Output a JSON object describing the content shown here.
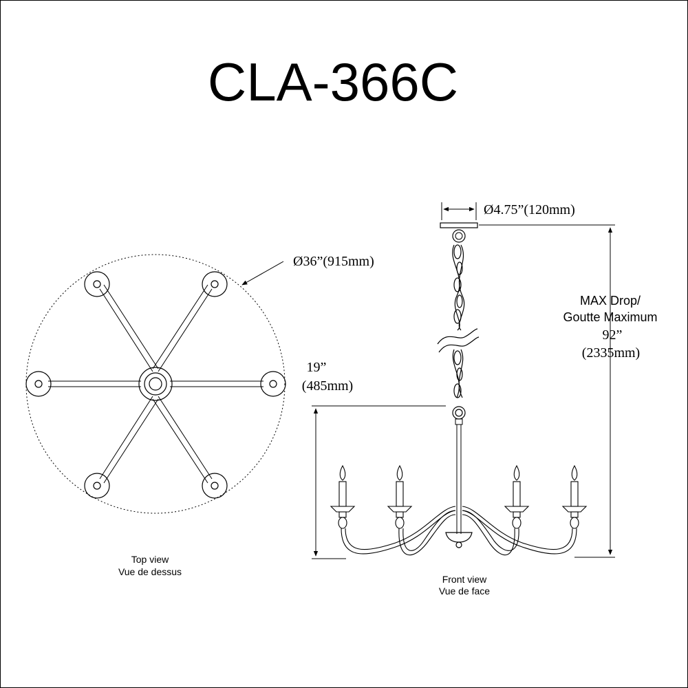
{
  "title": "CLA-366C",
  "top_view": {
    "diameter_label": "Ø36”(915mm)",
    "caption_en": "Top view",
    "caption_fr": "Vue de dessus"
  },
  "front_view": {
    "canopy_label": "Ø4.75”(120mm)",
    "height_label_in": "19”",
    "height_label_mm": "(485mm)",
    "max_drop_en": "MAX Drop/",
    "max_drop_fr": "Goutte Maximum",
    "max_drop_in": "92”",
    "max_drop_mm": "(2335mm)",
    "caption_en": "Front view",
    "caption_fr": "Vue de face"
  },
  "colors": {
    "line": "#000000",
    "background": "#ffffff"
  }
}
